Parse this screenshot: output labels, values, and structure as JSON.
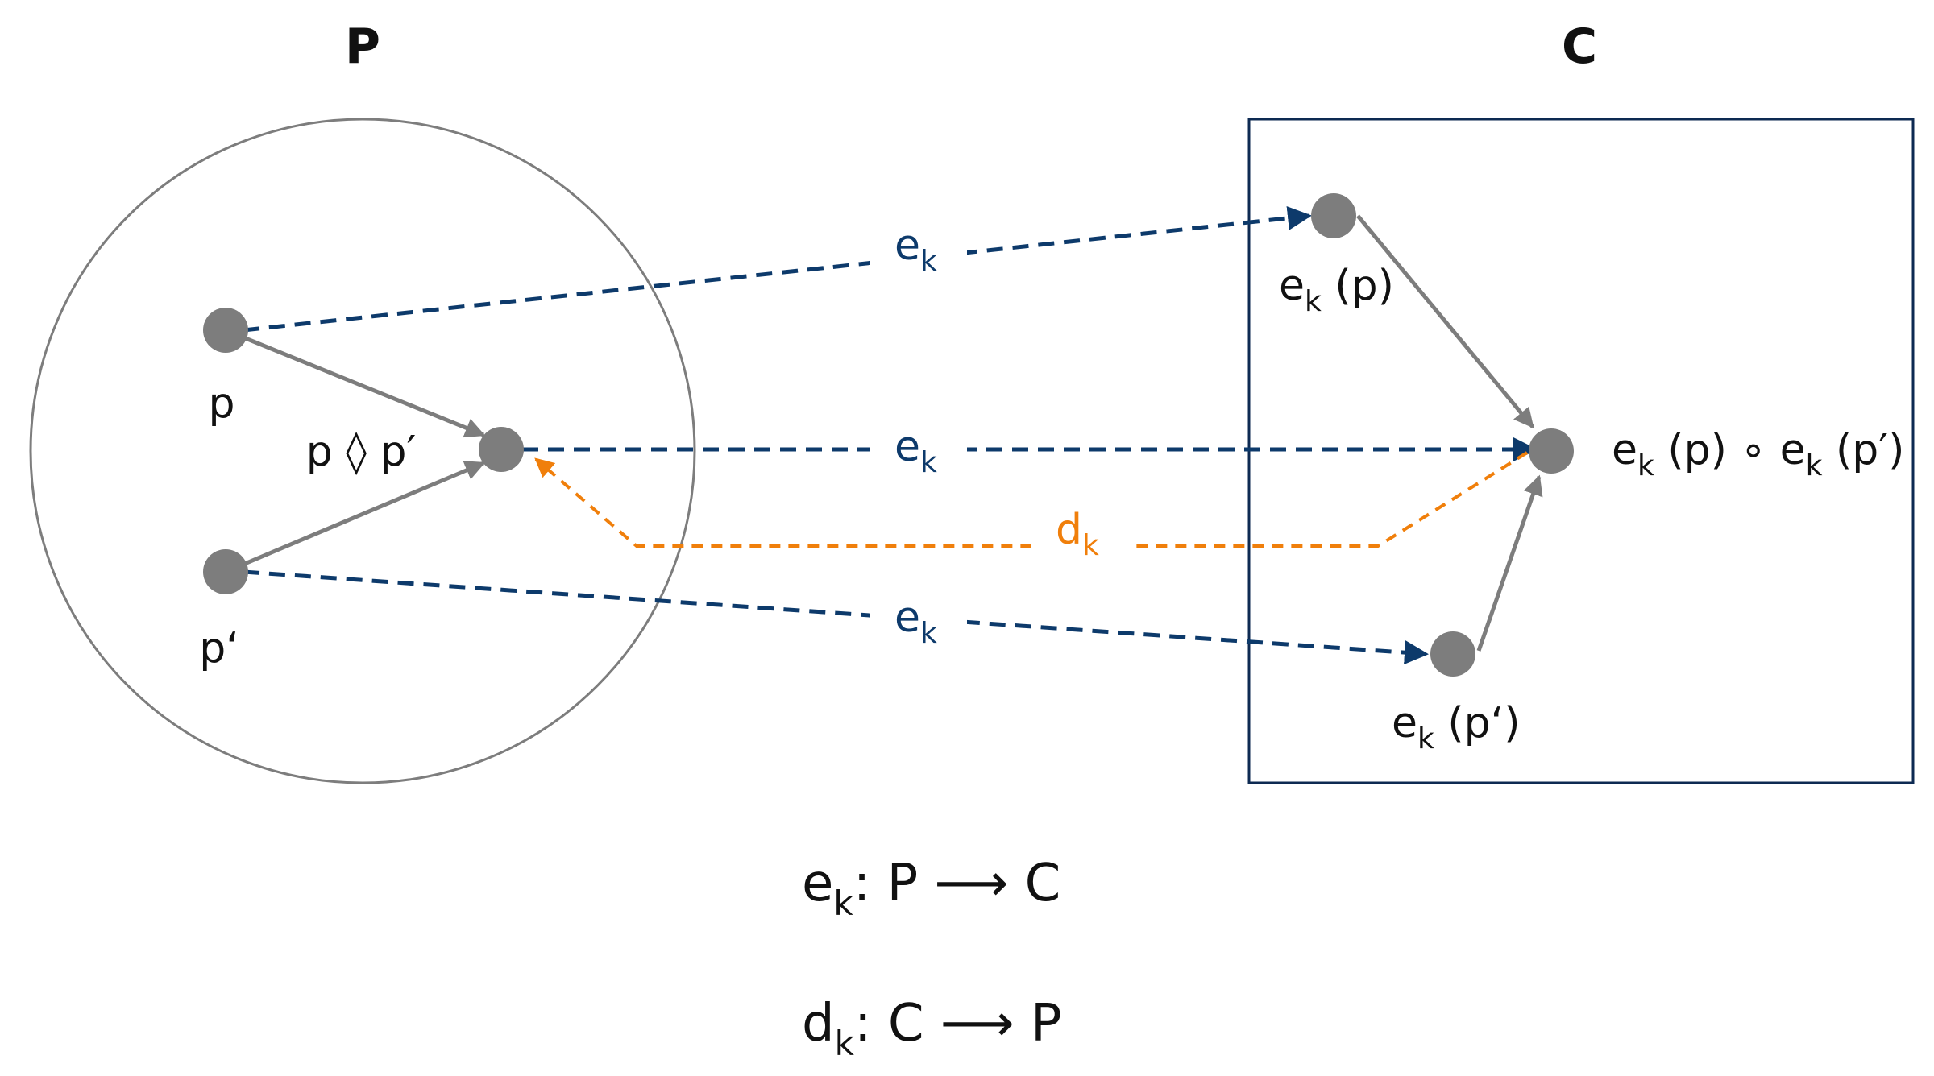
{
  "colors": {
    "encoding": "#0d3a6b",
    "decoding": "#f07f0b",
    "node": "#7d7d7d",
    "outline_circle": "#7d7d7d",
    "outline_box": "#0d2a52",
    "text": "#111111"
  },
  "sets": {
    "plain": {
      "title": "P"
    },
    "cipher": {
      "title": "C"
    }
  },
  "nodes": {
    "p": {
      "label": "p"
    },
    "p_prime": {
      "label": "p‘"
    },
    "p_op": {
      "label": "p ◊ p′"
    },
    "ek_p": {
      "label_base": "e",
      "label_sub": "k",
      "label_rest": " (p)"
    },
    "ek_pprime": {
      "label_base": "e",
      "label_sub": "k",
      "label_rest": " (p‘)"
    },
    "ek_combined": {
      "part1_base": "e",
      "part1_sub": "k",
      "part1_rest": " (p) ∘ ",
      "part2_base": "e",
      "part2_sub": "k",
      "part2_rest": " (p′)"
    }
  },
  "edge_labels": {
    "enc_top": {
      "base": "e",
      "sub": "k"
    },
    "enc_mid": {
      "base": "e",
      "sub": "k"
    },
    "enc_bottom": {
      "base": "e",
      "sub": "k"
    },
    "dec": {
      "base": "d",
      "sub": "k"
    }
  },
  "formulas": {
    "encrypt": {
      "base": "e",
      "sub": "k",
      "rest": ": P ⟶ C"
    },
    "decrypt": {
      "base": "d",
      "sub": "k",
      "rest": ": C ⟶ P"
    }
  }
}
